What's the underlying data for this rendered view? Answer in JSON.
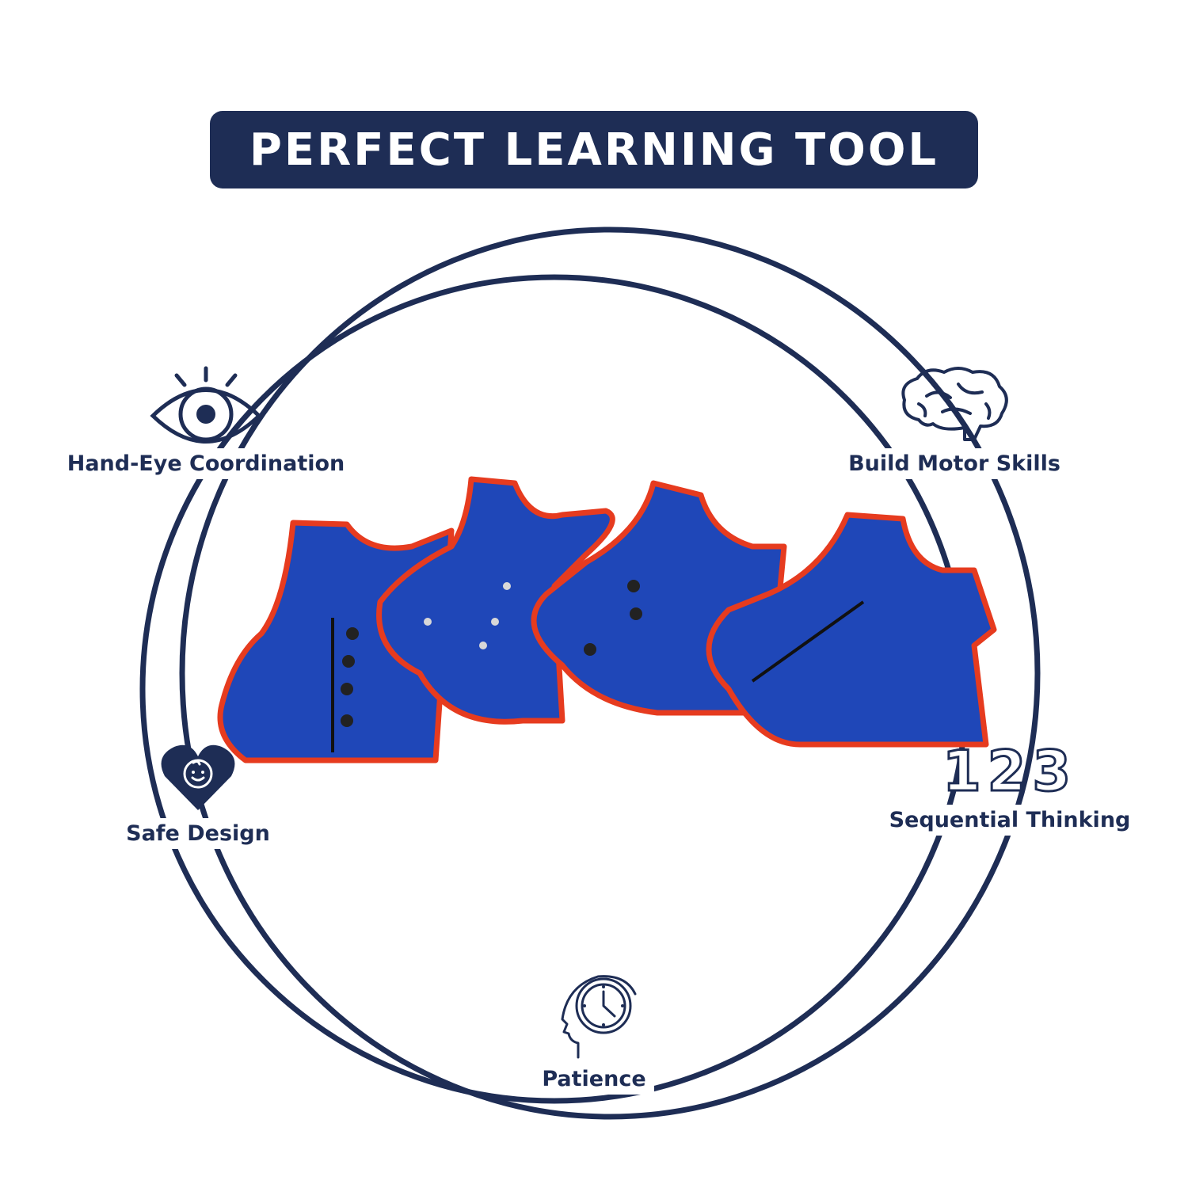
{
  "banner": {
    "title": "PERFECT LEARNING TOOL"
  },
  "features": {
    "hand_eye": {
      "label": "Hand-Eye Coordination",
      "icon": "eye-icon"
    },
    "motor": {
      "label": "Build Motor Skills",
      "icon": "brain-icon"
    },
    "safe": {
      "label": "Safe Design",
      "icon": "heart-baby-icon"
    },
    "sequential": {
      "label": "Sequential Thinking",
      "icon": "numbers-123-icon",
      "digits": "123"
    },
    "patience": {
      "label": "Patience",
      "icon": "head-clock-icon"
    }
  },
  "product": {
    "name": "dressing vests",
    "count": 4
  },
  "colors": {
    "navy": "#1e2d55",
    "vest_blue": "#1f47b8",
    "trim_red": "#e63b1f"
  }
}
